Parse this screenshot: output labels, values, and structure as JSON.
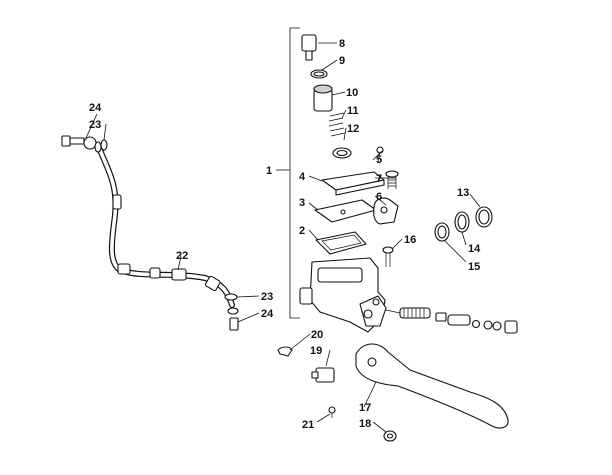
{
  "diagram": {
    "callouts": {
      "c1": "1",
      "c2": "2",
      "c3": "3",
      "c4": "4",
      "c5": "5",
      "c6": "6",
      "c7": "7",
      "c8": "8",
      "c9": "9",
      "c10": "10",
      "c11": "11",
      "c12": "12",
      "c13": "13",
      "c14": "14",
      "c15": "15",
      "c16": "16",
      "c17": "17",
      "c18": "18",
      "c19": "19",
      "c20": "20",
      "c21": "21",
      "c22": "22",
      "c23a": "23",
      "c23b": "23",
      "c24a": "24",
      "c24b": "24"
    }
  }
}
